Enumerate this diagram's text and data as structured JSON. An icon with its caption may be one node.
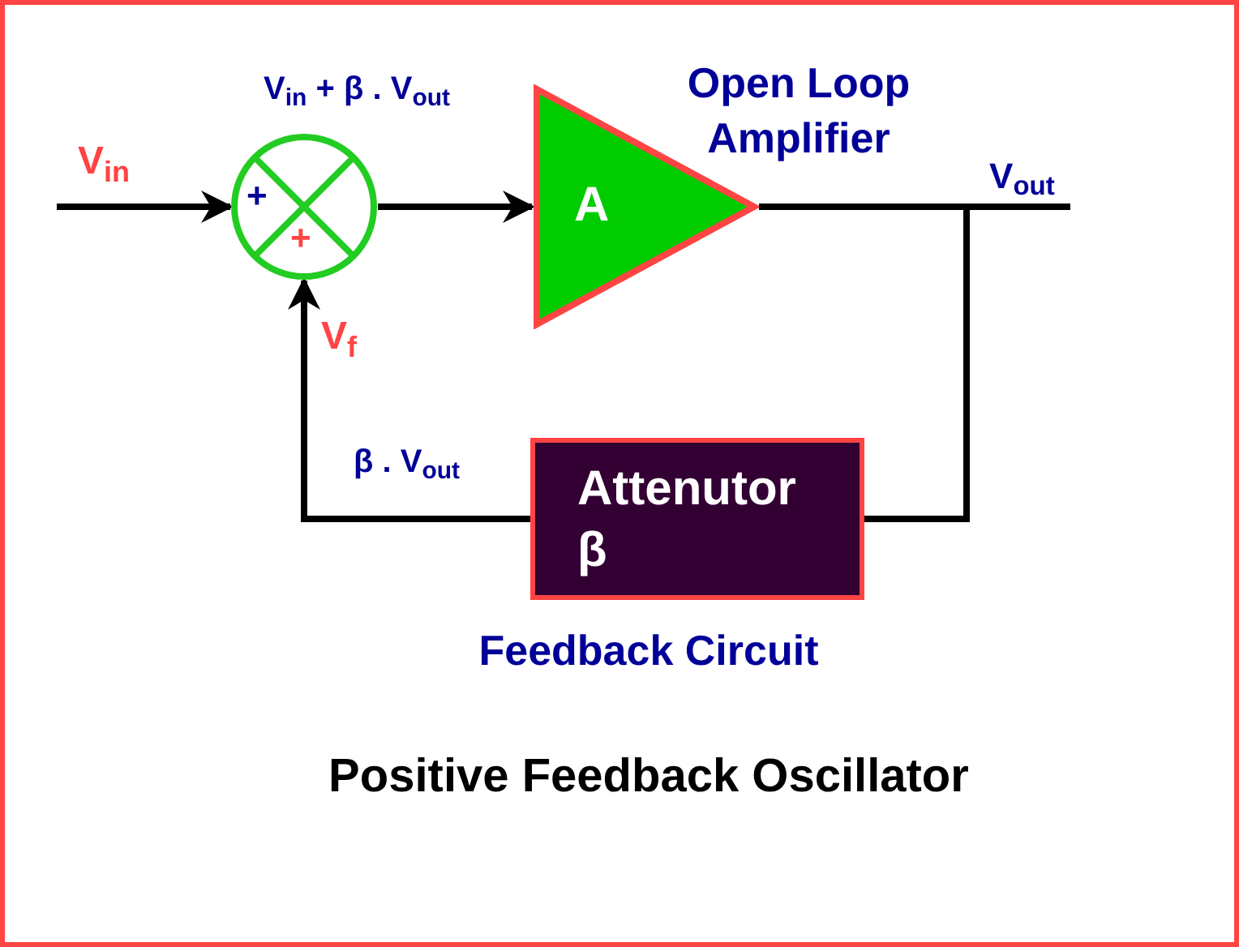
{
  "diagram": {
    "caption": "Positive Feedback Oscillator",
    "nodes": [
      {
        "text": [
          "+",
          "+"
        ],
        "beside": [
          "V$_{in}$ + β . V$_{out}$"
        ]
      },
      {
        "text": [
          "A"
        ],
        "beside": [
          "Open Loop Amplifier"
        ]
      },
      {
        "text": [
          "Attenutor β"
        ],
        "beside": [
          "Feedback Circuit"
        ]
      }
    ],
    "edges": [
      {
        "from": null,
        "to": 0,
        "arrow": "to",
        "label": "V$_{in}$"
      },
      {
        "from": 0,
        "to": 1,
        "arrow": "to"
      },
      {
        "from": 1,
        "to": null,
        "arrow": "none",
        "label": "V$_{out}$"
      },
      {
        "from": 1,
        "to": 2,
        "arrow": "none"
      },
      {
        "from": 2,
        "to": 0,
        "arrow": "to",
        "label": "V$_{f}$"
      }
    ],
    "labels": [
      "β . V$_{out}$"
    ]
  }
}
